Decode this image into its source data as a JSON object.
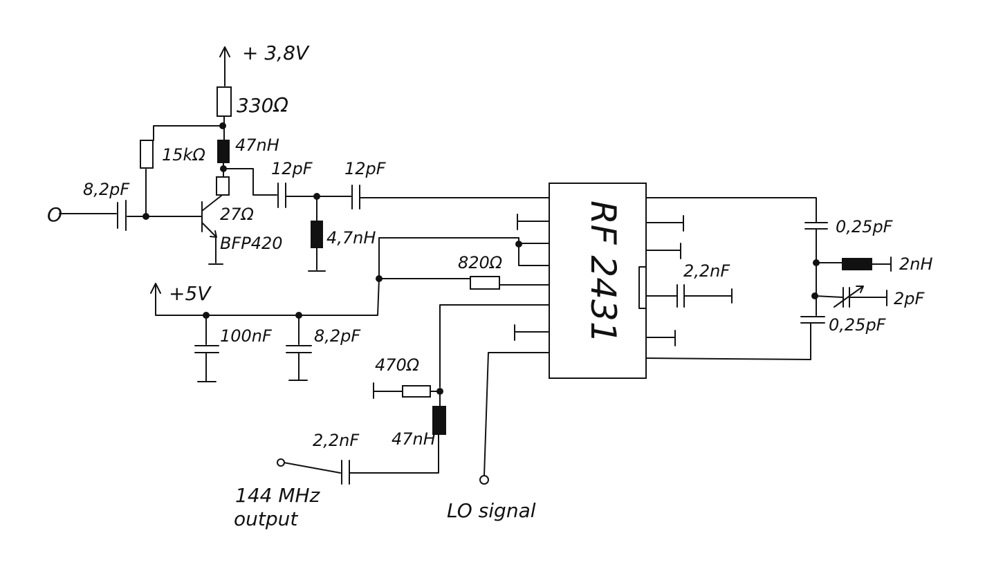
{
  "labels": {
    "vcc_top": "+ 3,8V",
    "r330": "330Ω",
    "l47_top": "47nH",
    "r15k": "15kΩ",
    "c12_a": "12pF",
    "c12_b": "12pF",
    "c82_in": "8,2pF",
    "r27": "27Ω",
    "transistor": "BFP420",
    "l47_b": "4,7nH",
    "r820": "820Ω",
    "vcc_5": "+5V",
    "c100n": "100nF",
    "c82_b": "8,2pF",
    "r470": "470Ω",
    "c22_out": "2,2nF",
    "l47_out": "47nH",
    "out_line1": "144 MHz",
    "out_line2": "output",
    "lo_signal": "LO signal",
    "chip": "RF 2431",
    "c22_right": "2,2nF",
    "c025_a": "0,25pF",
    "l2n": "2nH",
    "c2p": "2pF",
    "c025_b": "0,25pF",
    "input_terminal": "O"
  }
}
